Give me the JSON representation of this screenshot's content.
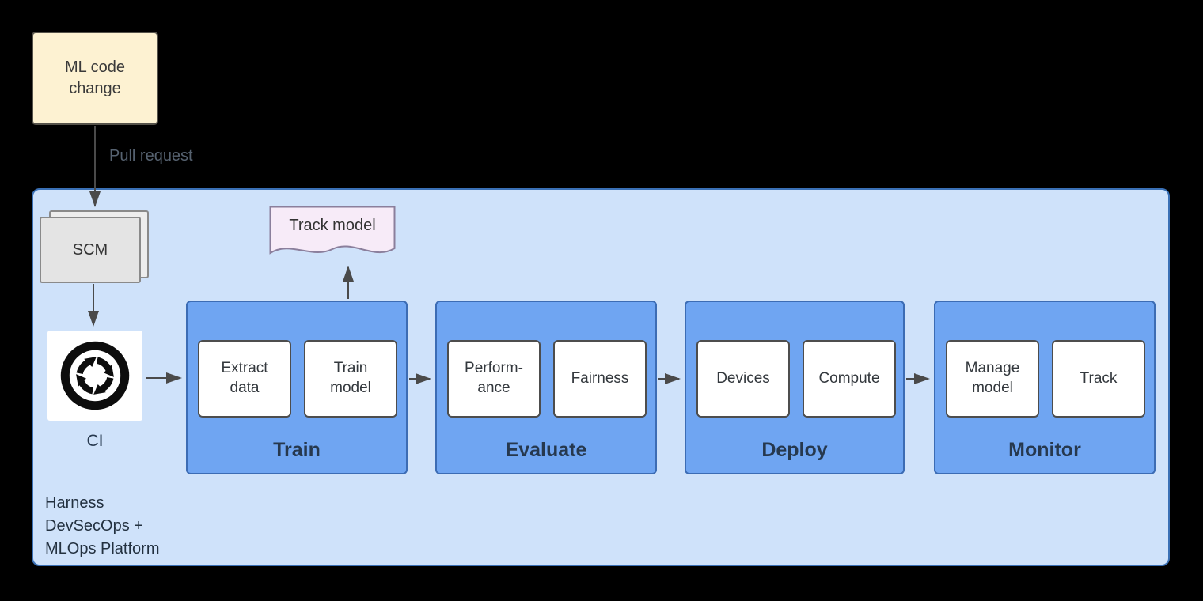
{
  "colors": {
    "canvas_background": "#000000",
    "platform_fill": "#cfe2fa",
    "platform_border": "#3a70b5",
    "stage_fill": "#6fa5f2",
    "stage_border": "#3c6cb4",
    "card_fill": "#ffffff",
    "card_border": "#4d4d4d",
    "ml_box_fill": "#fdf2d2",
    "scm_fill": "#e4e4e4",
    "track_model_fill": "#f7ebf8",
    "arrow": "#4a4a4a",
    "stage_label_text": "#26384e"
  },
  "ml_code_box": {
    "label": "ML code\nchange"
  },
  "labels": {
    "pull_request": "Pull request"
  },
  "scm": {
    "label": "SCM"
  },
  "ci": {
    "label": "CI",
    "icon": "continuous-integration-cycle-icon"
  },
  "track_model": {
    "label": "Track model"
  },
  "stages": [
    {
      "name": "Train",
      "items": [
        "Extract\ndata",
        "Train\nmodel"
      ]
    },
    {
      "name": "Evaluate",
      "items": [
        "Perform-\nance",
        "Fairness"
      ]
    },
    {
      "name": "Deploy",
      "items": [
        "Devices",
        "Compute"
      ]
    },
    {
      "name": "Monitor",
      "items": [
        "Manage\nmodel",
        "Track"
      ]
    }
  ],
  "platform": {
    "label": "Harness\nDevSecOps +\nMLOps Platform"
  }
}
